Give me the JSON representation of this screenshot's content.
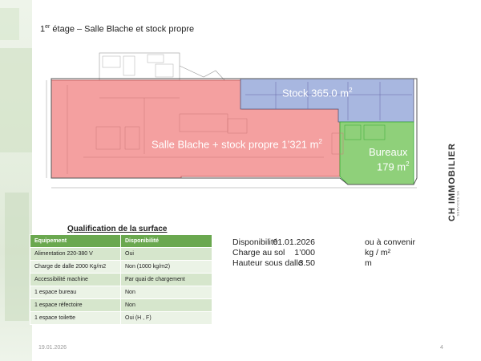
{
  "page": {
    "title_prefix": "1",
    "title_sup": "er",
    "title_rest": " étage – Salle Blache et stock propre"
  },
  "zones": {
    "salle": {
      "label": "Salle Blache + stock propre 1’321 m",
      "sup": "2",
      "color": "#f4a0a0"
    },
    "stock": {
      "label": "Stock 365.0 m",
      "sup": "2",
      "color": "#a8b7e0"
    },
    "bureaux": {
      "line1": "Bureaux",
      "line2": "179 m",
      "sup": "2",
      "color": "#8fd07a"
    }
  },
  "logo": {
    "text": "CH IMMOBILIER",
    "sub": "SERVICES SA"
  },
  "qualification": {
    "title": "Qualification de la surface",
    "headers": [
      "Equipement",
      "Disponibilité"
    ],
    "rows": [
      [
        "Alimentation 220-380 V",
        "Oui"
      ],
      [
        "Charge de dalle 2000 Kg/m2",
        "Non (1000 kg/m2)"
      ],
      [
        "Accessibilité machine",
        "Par quai de chargement"
      ],
      [
        "1 espace bureau",
        "Non"
      ],
      [
        "1 espace réfectoire",
        "Non"
      ],
      [
        "1 espace toilette",
        "Oui (H , F)"
      ]
    ]
  },
  "info": {
    "rows": [
      {
        "label": "Disponibilité",
        "value": "01.01.2026",
        "unit": "ou à convenir"
      },
      {
        "label": "Charge au sol",
        "value": "1’000",
        "unit": "kg / m²"
      },
      {
        "label": "Hauteur sous dalle",
        "value": "3.50",
        "unit": "m"
      }
    ]
  },
  "footer": {
    "date": "19.01.2026",
    "page": "4"
  }
}
